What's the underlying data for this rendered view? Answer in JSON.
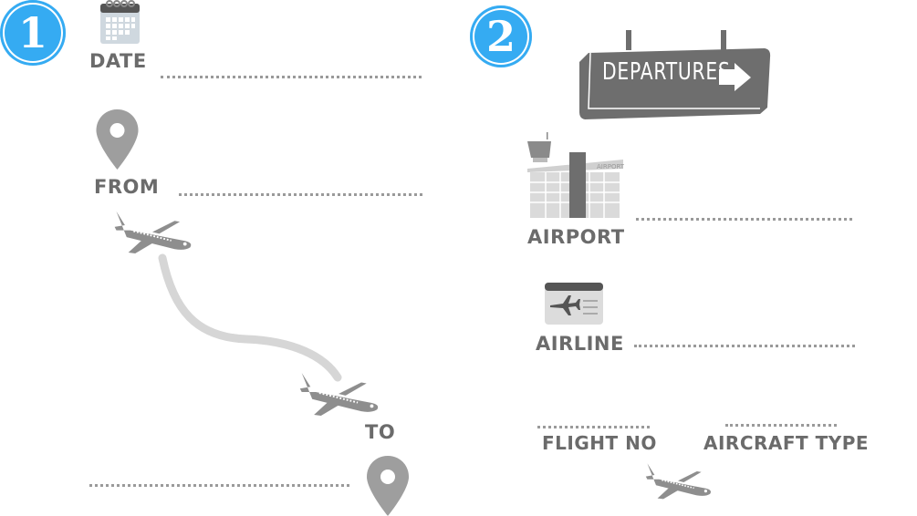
{
  "section1": {
    "badge": "1",
    "date_label": "DATE",
    "from_label": "FROM",
    "to_label": "TO"
  },
  "section2": {
    "badge": "2",
    "sign_text": "DEPARTURES",
    "building_sign": "AIRPORT",
    "airport_label": "AIRPORT",
    "airline_label": "AIRLINE",
    "flight_no_label": "FLIGHT NO",
    "aircraft_type_label": "AIRCRAFT TYPE"
  },
  "colors": {
    "badge": "#35abf2",
    "label": "#6b6b6b",
    "icon": "#9e9e9e",
    "sign": "#6e6e6e"
  }
}
